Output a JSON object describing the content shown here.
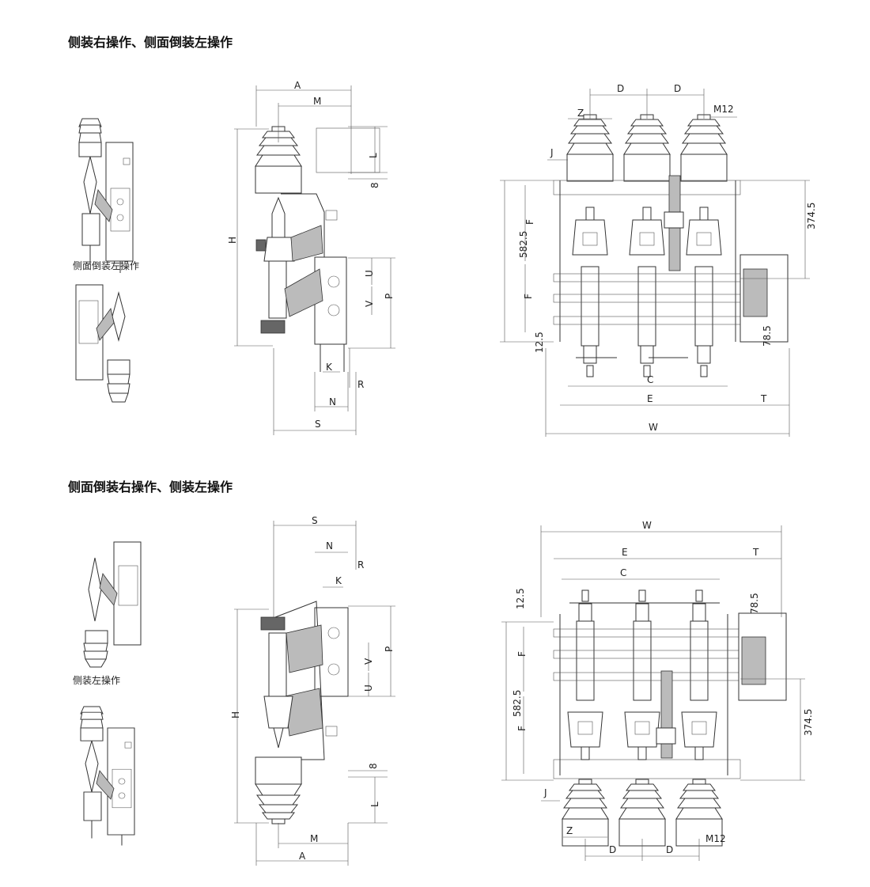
{
  "sections": {
    "top_title": "侧装右操作、侧面倒装左操作",
    "bottom_title": "侧面倒装右操作、侧装左操作"
  },
  "captions": {
    "top_small_caption": "侧面倒装左操作",
    "bottom_small_caption": "侧装左操作"
  },
  "dims": {
    "A": "A",
    "M": "M",
    "L": "L",
    "eight": "8",
    "H": "H",
    "U": "U",
    "V": "V",
    "P": "P",
    "K": "K",
    "R": "R",
    "N": "N",
    "S": "S",
    "D": "D",
    "Z": "Z",
    "M12": "M12",
    "J": "J",
    "F": "F",
    "d5825": "582.5",
    "d3745": "374.5",
    "d125": "12.5",
    "d785": "78.5",
    "C": "C",
    "E": "E",
    "T": "T",
    "W": "W"
  }
}
